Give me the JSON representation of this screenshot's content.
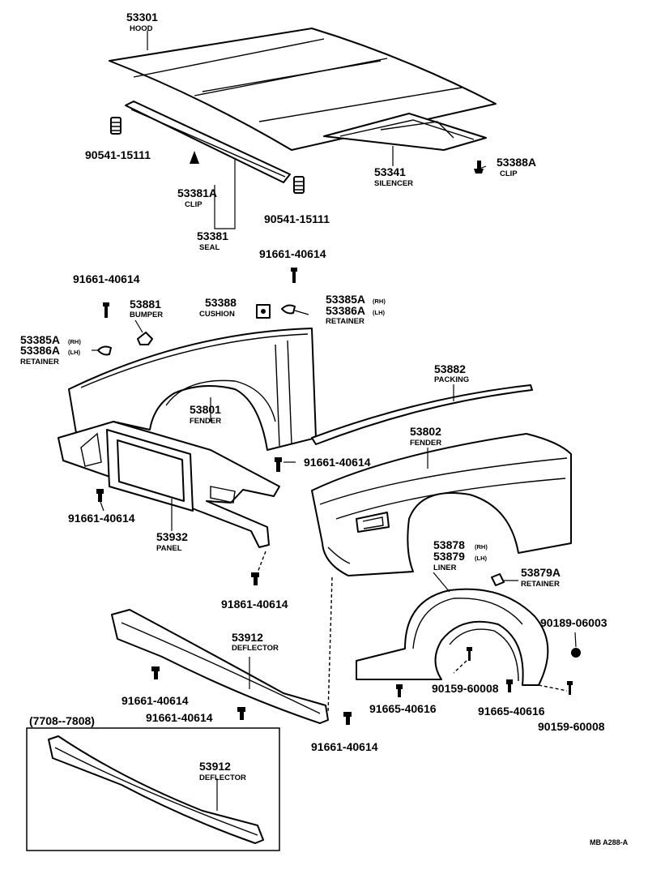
{
  "colors": {
    "ink": "#000000",
    "paper": "#ffffff"
  },
  "parts": {
    "hood": {
      "number": "53301",
      "name": "HOOD"
    },
    "plug_upper_left": {
      "number": "90541-15111"
    },
    "clip_53381a": {
      "number": "53381A",
      "name": "CLIP"
    },
    "seal": {
      "number": "53381",
      "name": "SEAL"
    },
    "plug_lower": {
      "number": "90541-15111"
    },
    "silencer": {
      "number": "53341",
      "name": "SILENCER"
    },
    "clip_53388a": {
      "number": "53388A",
      "name": "CLIP"
    },
    "bolt_top_center": {
      "number": "91661-40614"
    },
    "bolt_top_left": {
      "number": "91661-40614"
    },
    "bumper": {
      "number": "53881",
      "name": "BUMPER"
    },
    "cushion": {
      "number": "53388",
      "name": "CUSHION"
    },
    "retainer_right": {
      "number_rh": "53385A",
      "side_rh": "(RH)",
      "number_lh": "53386A",
      "side_lh": "(LH)",
      "name": "RETAINER"
    },
    "retainer_left": {
      "number_rh": "53385A",
      "side_rh": "(RH)",
      "number_lh": "53386A",
      "side_lh": "(LH)",
      "name": "RETAINER"
    },
    "packing": {
      "number": "53882",
      "name": "PACKING"
    },
    "fender_left": {
      "number": "53801",
      "name": "FENDER"
    },
    "fender_right": {
      "number": "53802",
      "name": "FENDER"
    },
    "bolt_mid_right": {
      "number": "91661-40614"
    },
    "bolt_mid_left": {
      "number": "91661-40614"
    },
    "panel": {
      "number": "53932",
      "name": "PANEL"
    },
    "liner": {
      "number_rh": "53878",
      "side_rh": "(RH)",
      "number_lh": "53879",
      "side_lh": "(LH)",
      "name": "LINER"
    },
    "retainer_53879a": {
      "number": "53879A",
      "name": "RETAINER"
    },
    "bolt_panel_bottom": {
      "number": "91861-40614"
    },
    "deflector": {
      "number": "53912",
      "name": "DEFLECTOR"
    },
    "screw_90189": {
      "number": "90189-06003"
    },
    "screw_90159_a": {
      "number": "90159-60008"
    },
    "screw_90159_b": {
      "number": "90159-60008"
    },
    "bolt_91665_a": {
      "number": "91665-40616"
    },
    "bolt_91665_b": {
      "number": "91665-40616"
    },
    "bolt_deflector_a": {
      "number": "91661-40614"
    },
    "bolt_deflector_b": {
      "number": "91661-40614"
    },
    "bolt_deflector_c": {
      "number": "91661-40614"
    },
    "inset": {
      "date_range": "(7708--7808)",
      "number": "53912",
      "name": "DEFLECTOR"
    }
  },
  "reference_code": "MB A288-A"
}
